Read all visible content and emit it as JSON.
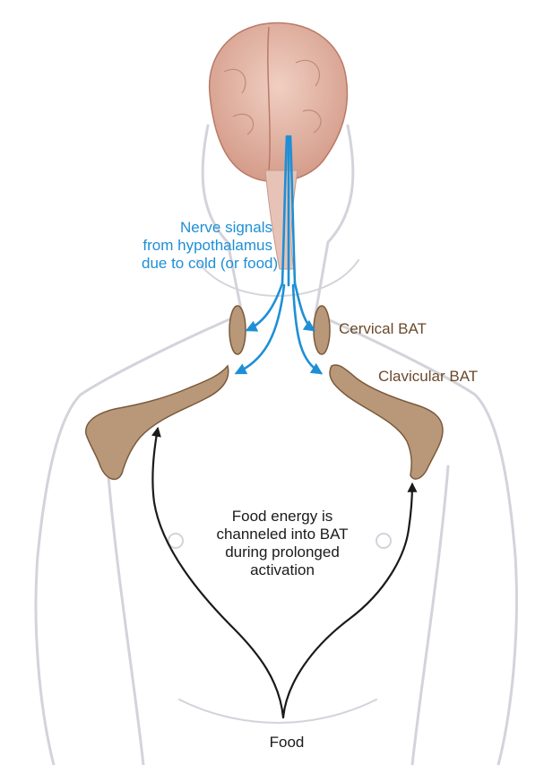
{
  "labels": {
    "nerve_signals": [
      "Nerve signals",
      "from hypothalamus",
      "due to cold (or food)"
    ],
    "cervical_bat": "Cervical BAT",
    "clavicular_bat": "Clavicular BAT",
    "food_energy": [
      "Food energy is",
      "channeled into BAT",
      "during prolonged",
      "activation"
    ],
    "food": "Food"
  },
  "colors": {
    "nerve": "#1e8fd6",
    "bat_fill": "#b9987a",
    "bat_stroke": "#7a5a3d",
    "body_outline": "#d3d3db",
    "brain": "#e2b4a4",
    "arrow": "#1a1a1a",
    "label_brown": "#6b4a2c"
  }
}
